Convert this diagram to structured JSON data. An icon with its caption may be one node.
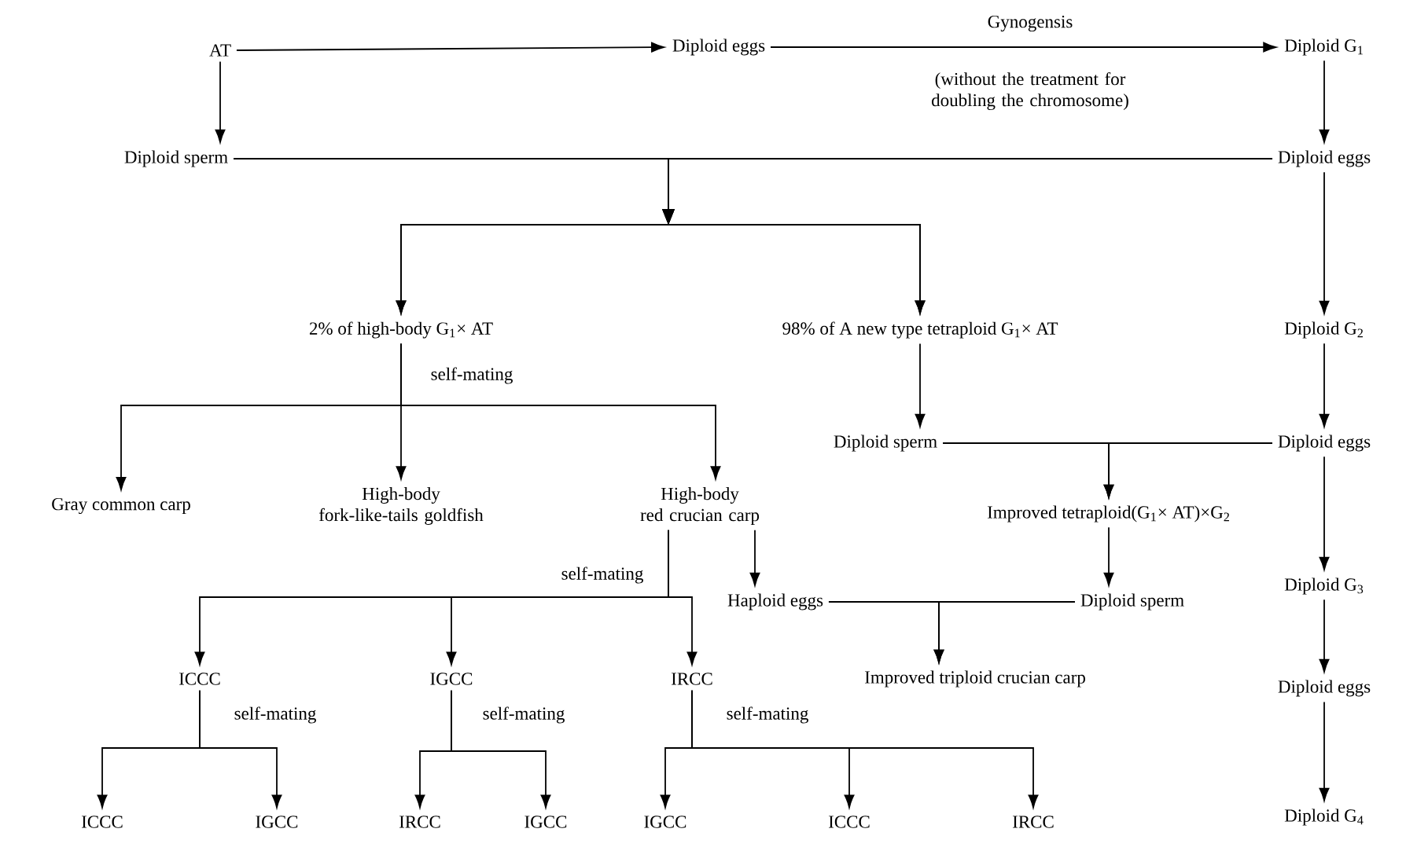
{
  "diagram": {
    "nodes": [
      {
        "text": [
          "AT"
        ]
      },
      {
        "text": [
          "Diploid eggs"
        ]
      },
      {
        "text": [
          "Diploid G$_{1}$"
        ]
      },
      {
        "text": [
          "Diploid sperm"
        ]
      },
      {
        "text": [
          "Diploid eggs"
        ]
      },
      {
        "text": [
          "2% of high-body G$_{1}$× AT"
        ]
      },
      {
        "text": [
          "98% of A new type tetraploid G$_{1}$× AT"
        ]
      },
      {
        "text": [
          "Diploid G$_{2}$"
        ]
      },
      {
        "text": [
          "Diploid sperm"
        ]
      },
      {
        "text": [
          "Diploid eggs"
        ]
      },
      {
        "text": [
          "Gray common carp"
        ]
      },
      {
        "text": [
          "High-body fork-like-tails goldfish"
        ]
      },
      {
        "text": [
          "High-body red crucian carp"
        ]
      },
      {
        "text": [
          "Improved tetraploid(G$_{1}$× AT)×G$_{2}$"
        ]
      },
      {
        "text": [
          "Haploid eggs"
        ]
      },
      {
        "text": [
          "Diploid sperm"
        ]
      },
      {
        "text": [
          "Diploid G$_{3}$"
        ]
      },
      {
        "text": [
          "ICCC"
        ]
      },
      {
        "text": [
          "IGCC"
        ]
      },
      {
        "text": [
          "IRCC"
        ]
      },
      {
        "text": [
          "Improved triploid crucian carp"
        ]
      },
      {
        "text": [
          "Diploid eggs"
        ]
      },
      {
        "text": [
          "ICCC"
        ]
      },
      {
        "text": [
          "IGCC"
        ]
      },
      {
        "text": [
          "IRCC"
        ]
      },
      {
        "text": [
          "IGCC"
        ]
      },
      {
        "text": [
          "IGCC"
        ]
      },
      {
        "text": [
          "ICCC"
        ]
      },
      {
        "text": [
          "IRCC"
        ]
      },
      {
        "text": [
          "Diploid G$_{4}$"
        ]
      }
    ],
    "edges": [
      {
        "from": 0,
        "to": 1,
        "arrow": "to"
      },
      {
        "from": 1,
        "to": 2,
        "arrow": "to",
        "label": "Gynogensis"
      },
      {
        "from": 0,
        "to": 3,
        "arrow": "to"
      },
      {
        "from": 2,
        "to": 4,
        "arrow": "to"
      },
      {
        "from": 3,
        "to": 5,
        "arrow": "to"
      },
      {
        "from": 3,
        "to": 6,
        "arrow": "to"
      },
      {
        "from": 4,
        "to": 5,
        "arrow": "to"
      },
      {
        "from": 4,
        "to": 6,
        "arrow": "to"
      },
      {
        "from": 5,
        "to": 10,
        "arrow": "to",
        "label": "self-mating"
      },
      {
        "from": 5,
        "to": 11,
        "arrow": "to"
      },
      {
        "from": 5,
        "to": 12,
        "arrow": "to"
      },
      {
        "from": 6,
        "to": 8,
        "arrow": "to"
      },
      {
        "from": 4,
        "to": 7,
        "arrow": "to"
      },
      {
        "from": 7,
        "to": 9,
        "arrow": "to"
      },
      {
        "from": 8,
        "to": 13,
        "arrow": "to"
      },
      {
        "from": 9,
        "to": 13,
        "arrow": "to"
      },
      {
        "from": 9,
        "to": 16,
        "arrow": "to"
      },
      {
        "from": 16,
        "to": 21,
        "arrow": "to"
      },
      {
        "from": 21,
        "to": 29,
        "arrow": "to"
      },
      {
        "from": 13,
        "to": 15,
        "arrow": "to"
      },
      {
        "from": 12,
        "to": 14,
        "arrow": "to"
      },
      {
        "from": 12,
        "to": 17,
        "arrow": "to",
        "label": "self-mating"
      },
      {
        "from": 12,
        "to": 18,
        "arrow": "to"
      },
      {
        "from": 12,
        "to": 19,
        "arrow": "to"
      },
      {
        "from": 14,
        "to": 20,
        "arrow": "to"
      },
      {
        "from": 15,
        "to": 20,
        "arrow": "to"
      },
      {
        "from": 17,
        "to": 22,
        "arrow": "to",
        "label": "self-mating"
      },
      {
        "from": 17,
        "to": 23,
        "arrow": "to"
      },
      {
        "from": 18,
        "to": 24,
        "arrow": "to",
        "label": "self-mating"
      },
      {
        "from": 18,
        "to": 25,
        "arrow": "to"
      },
      {
        "from": 19,
        "to": 26,
        "arrow": "to",
        "label": "self-mating"
      },
      {
        "from": 19,
        "to": 27,
        "arrow": "to"
      },
      {
        "from": 19,
        "to": 28,
        "arrow": "to"
      }
    ],
    "labels": [
      "(without the treatment for doubling the chromosome)"
    ]
  }
}
